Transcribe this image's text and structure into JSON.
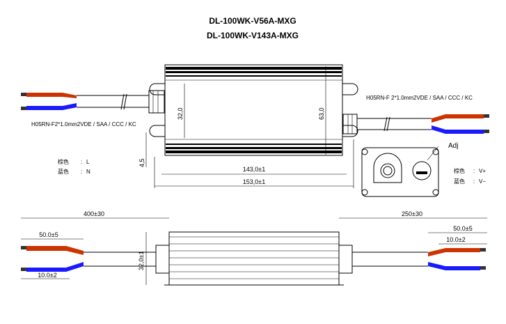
{
  "title": {
    "line1": "DL-100WK-V56A-MXG",
    "line2": "DL-100WK-V143A-MXG"
  },
  "top_view": {
    "input_cable_spec": "H05RN-F2*1.0mm2VDE / SAA / CCC / KC",
    "output_cable_spec": "H05RN-F 2*1.0mm2VDE / SAA / CCC / KC",
    "dim_inner_height": "32,0",
    "dim_height": "63,0",
    "dim_mount_hole": "4,5",
    "dim_hole_pitch": "143,0±1",
    "dim_length": "153,0±1"
  },
  "input_legend": [
    {
      "color_label": "棕色",
      "sep": ":",
      "value": "L"
    },
    {
      "color_label": "蓝色",
      "sep": ":",
      "value": "N"
    }
  ],
  "output_legend": [
    {
      "color_label": "棕色",
      "sep": ":",
      "value": "V+"
    },
    {
      "color_label": "蓝色",
      "sep": ":",
      "value": "V−"
    }
  ],
  "end_view": {
    "adj_label": "Adj"
  },
  "side_view": {
    "input_cable_length": "400±30",
    "output_cable_length": "250±30",
    "input_strip_length": "50.0±5",
    "input_wire_tip": "10.0±2",
    "output_strip_length": "50.0±5",
    "output_wire_tip": "10.0±2",
    "body_height": "32,0±1"
  },
  "colors": {
    "brown_wire": "#cc3300",
    "blue_wire": "#1a1aff"
  }
}
